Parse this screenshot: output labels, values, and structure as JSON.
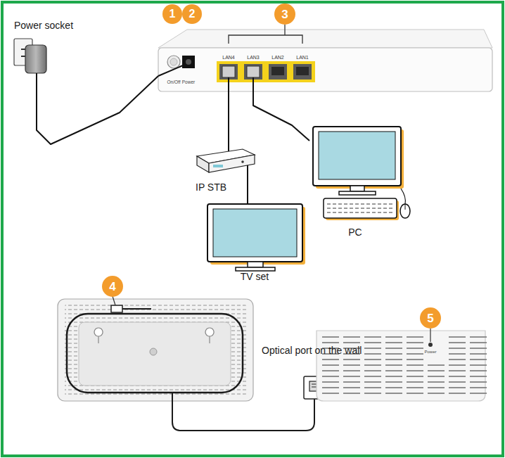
{
  "diagram": {
    "nodes": [
      {
        "text": [
          "Power socket"
        ]
      },
      {
        "text": [
          "On/Off",
          "Power",
          "LAN4",
          "LAN3",
          "LAN2",
          "LAN1"
        ]
      },
      {
        "text": [
          "IP STB"
        ]
      },
      {
        "text": [
          "PC"
        ]
      },
      {
        "text": [
          "TV set"
        ]
      },
      {
        "text": [
          "Optical port on the wall"
        ]
      }
    ],
    "edges": [
      {
        "from": 0,
        "to": 1,
        "arrow": "none"
      },
      {
        "from": 1,
        "to": 2,
        "arrow": "none"
      },
      {
        "from": 1,
        "to": 3,
        "arrow": "none"
      },
      {
        "from": 2,
        "to": 4,
        "arrow": "none"
      }
    ],
    "labels": [
      "1",
      "2",
      "3",
      "4",
      "5",
      "Power"
    ]
  }
}
